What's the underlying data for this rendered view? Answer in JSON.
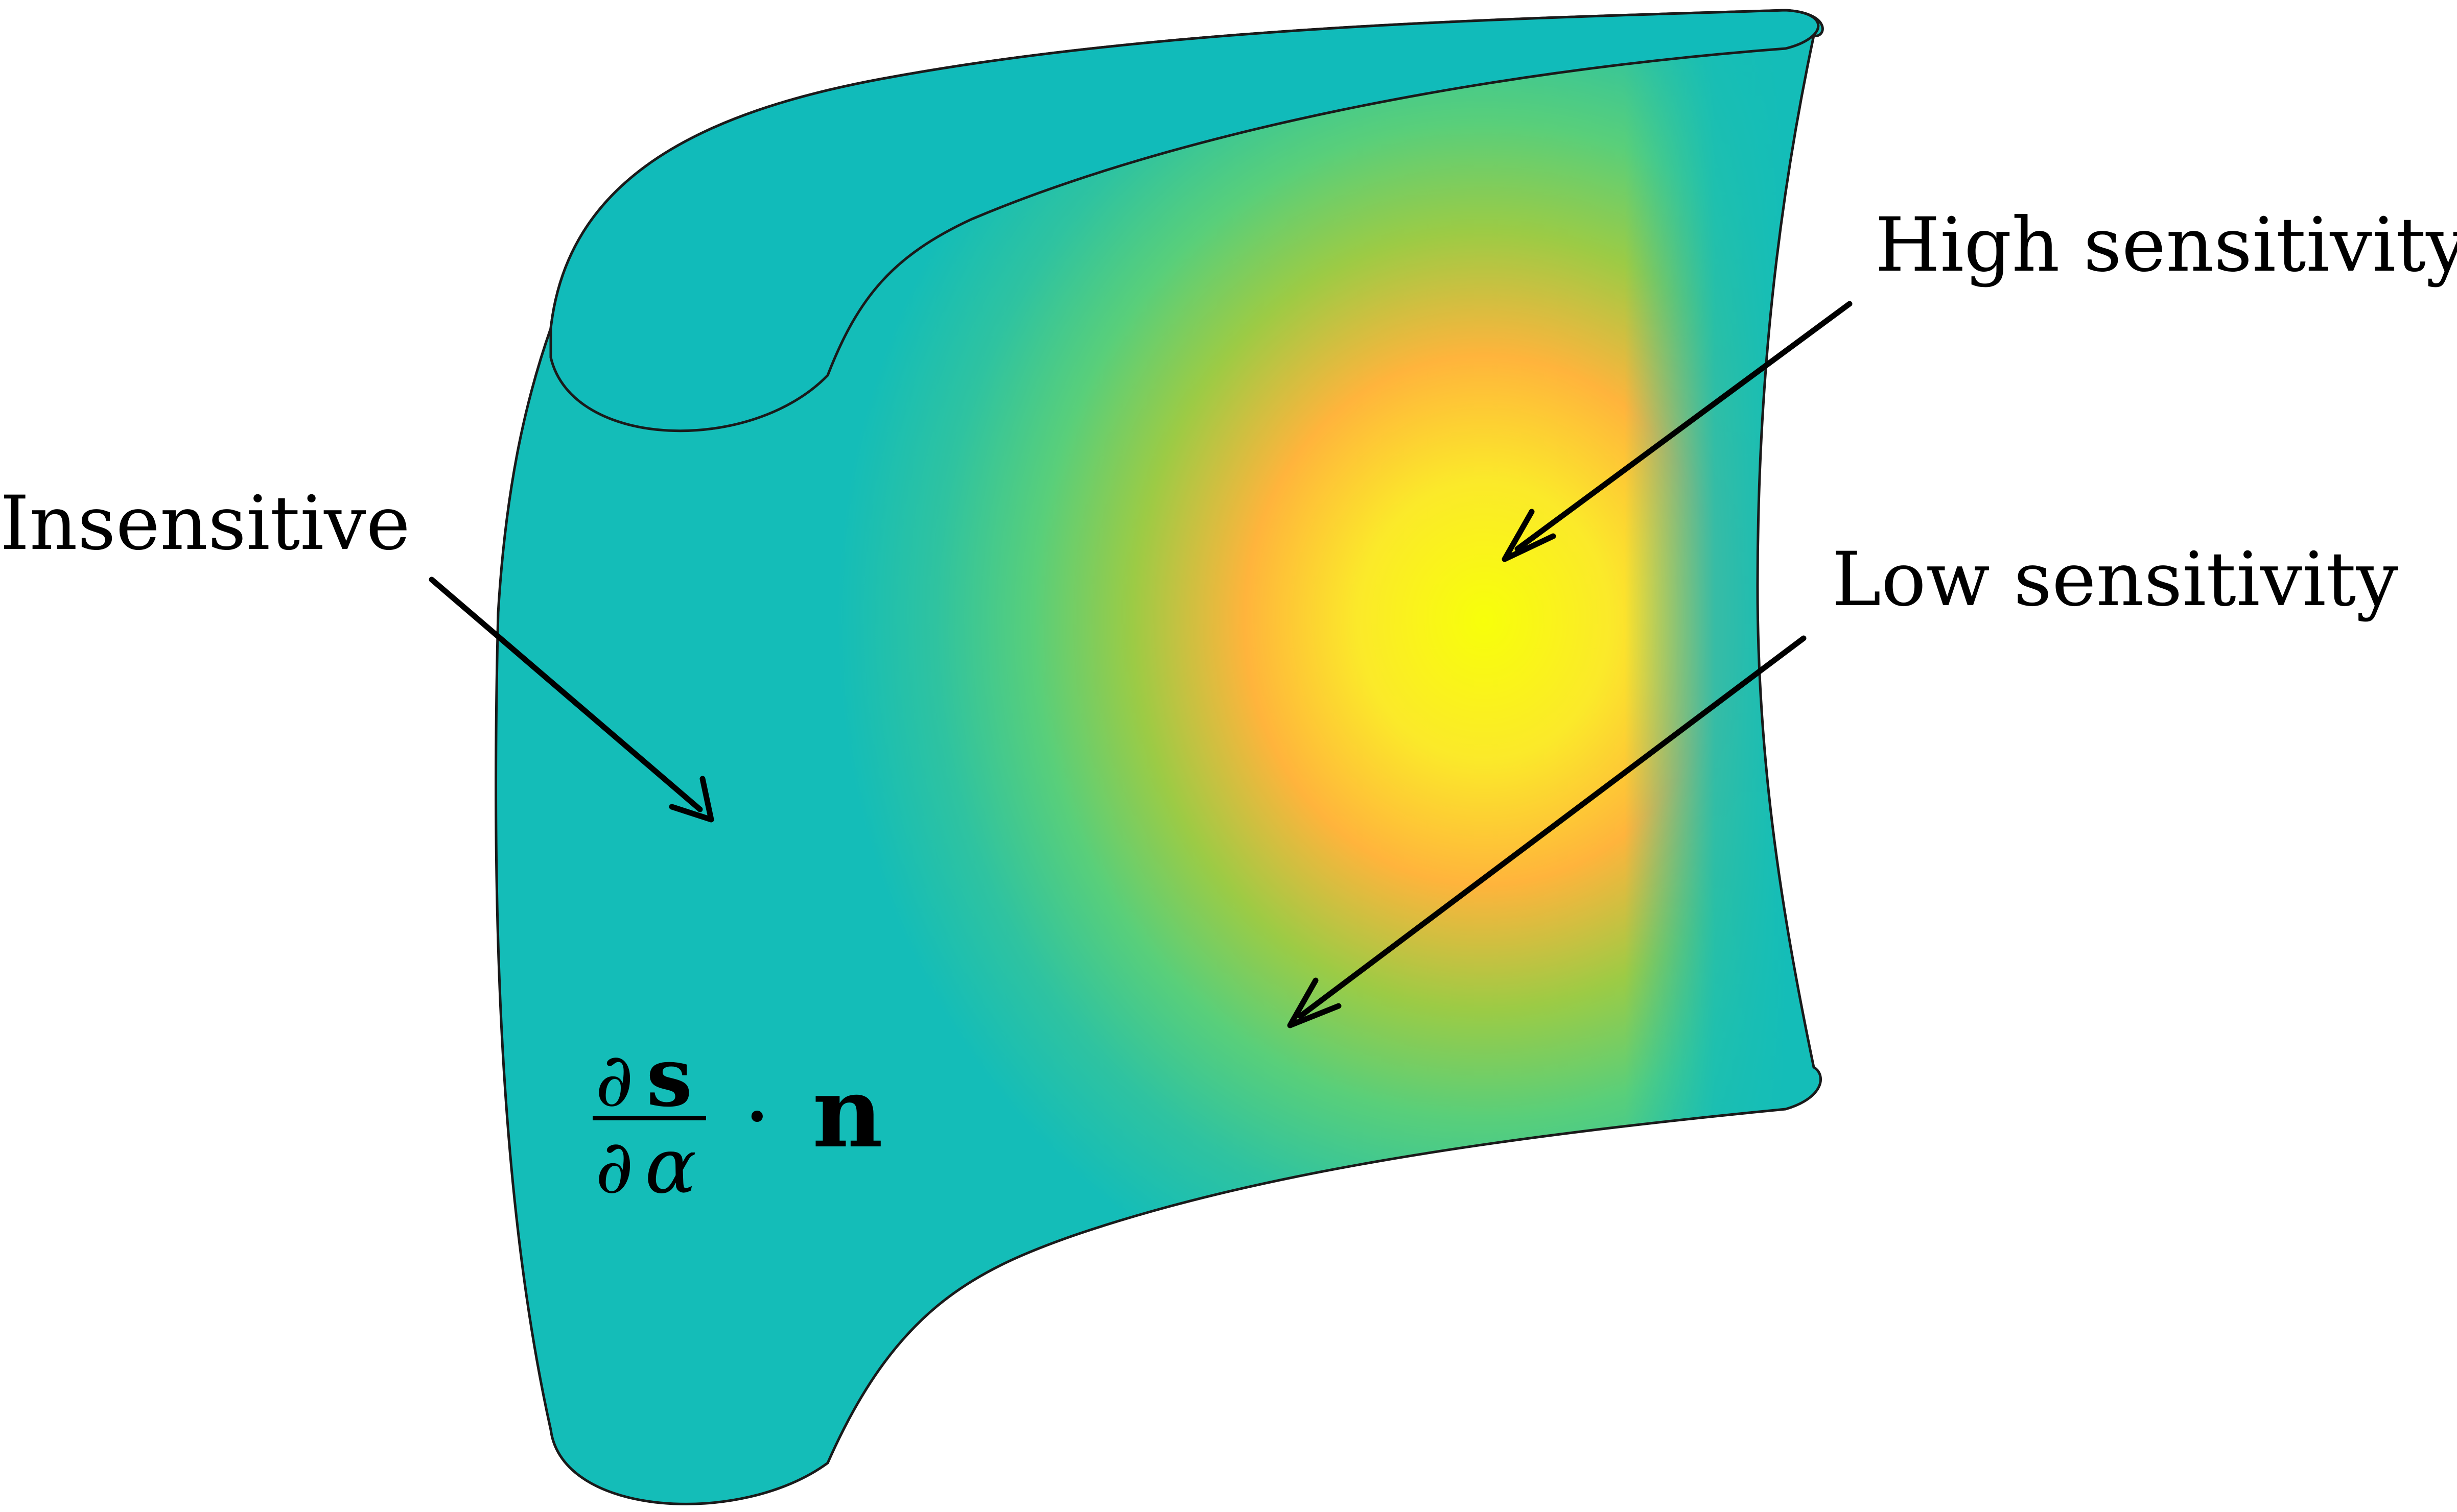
{
  "labels": {
    "high": "High sensitivity",
    "low": "Low sensitivity",
    "insensitive": "Insensitive"
  },
  "formula": {
    "numerator_partial": "∂",
    "numerator_symbol": "s",
    "denominator_partial": "∂",
    "denominator_symbol": "α",
    "operator": "·",
    "vector": "n"
  },
  "colors": {
    "base": "#14BDB8",
    "mid": "#59CF7A",
    "high_ring": "#FFB43C",
    "peak": "#F8FF0A",
    "outline": "#1a1a1a",
    "arrow": "#000000"
  },
  "icons": {
    "surface": "blade-surface-shape",
    "arrow": "arrow-icon"
  }
}
